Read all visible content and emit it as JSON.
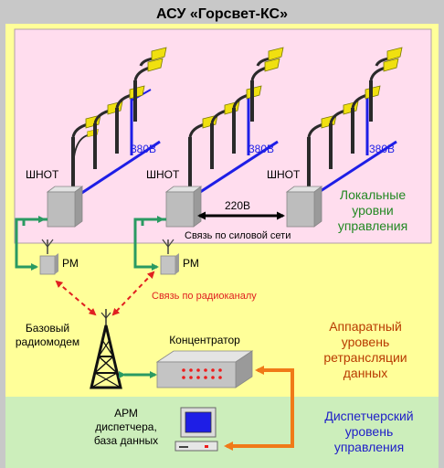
{
  "title": "АСУ «Горсвет-КС»",
  "colors": {
    "frame_bg": "#c8c8c8",
    "apparatus_bg": "#ffff99",
    "local_bg": "#ffddee",
    "dispatch_bg": "#cceebb",
    "wire_blue": "#1e1ee6",
    "link_green": "#2a9a62",
    "radio_red": "#e02020",
    "orange_link": "#f07a18",
    "local_label": "#228822",
    "apparatus_label": "#b83a00",
    "dispatch_label": "#1e1ec8"
  },
  "cabinets": [
    {
      "label": "ШНОТ",
      "voltage": "380В"
    },
    {
      "label": "ШНОТ",
      "voltage": "380В"
    },
    {
      "label": "ШНОТ",
      "voltage": "380В"
    }
  ],
  "power_link": {
    "voltage": "220В",
    "caption": "Связь по силовой сети"
  },
  "radio_modules": [
    "РМ",
    "РМ"
  ],
  "radio_link_caption": "Связь по радиоканалу",
  "base_modem": {
    "line1": "Базовый",
    "line2": "радиомодем"
  },
  "concentrator": {
    "label": "Концентратор"
  },
  "workstation": {
    "line1": "АРМ",
    "line2": "диспетчера,",
    "line3": "база данных"
  },
  "levels": {
    "local": [
      "Локальные",
      "уровни",
      "управления"
    ],
    "apparatus": [
      "Аппаратный",
      "уровень",
      "ретрансляции",
      "данных"
    ],
    "dispatch": [
      "Диспетчерский",
      "уровень",
      "управления"
    ]
  }
}
